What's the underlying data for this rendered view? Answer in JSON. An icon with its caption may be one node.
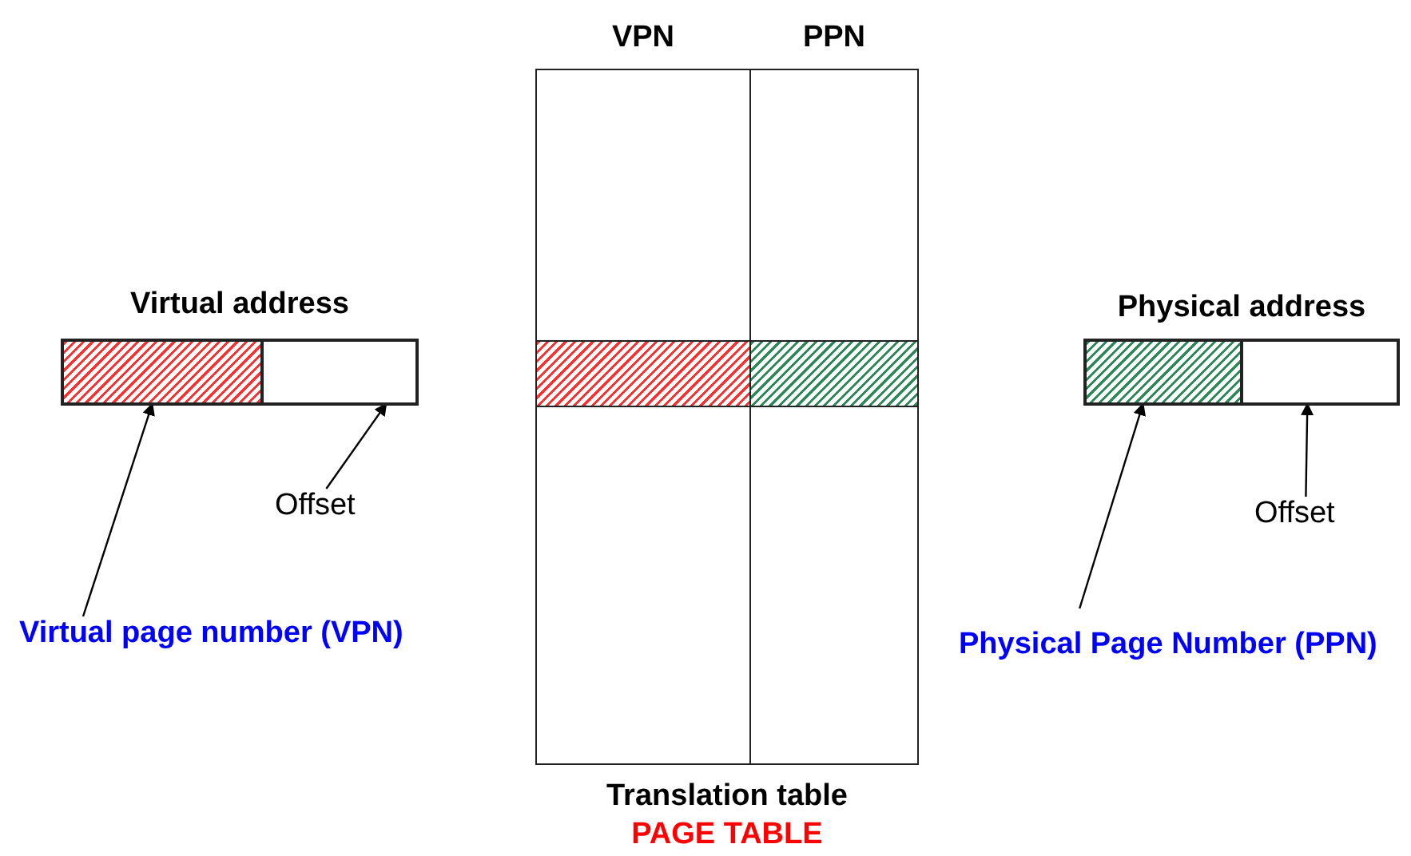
{
  "diagram": {
    "nodes": [
      {
        "text": [
          "Virtual address"
        ]
      },
      {
        "text": [],
        "shape": "box",
        "in": 0
      },
      {
        "text": [],
        "shape": "box",
        "in": 0
      },
      {
        "text": [
          "Offset"
        ]
      },
      {
        "text": [
          "Virtual page number (VPN)"
        ]
      },
      {
        "text": [],
        "shape": "box",
        "beside": [
          "Translation table",
          "PAGE TABLE"
        ]
      },
      {
        "text": [
          "VPN"
        ],
        "in": 5
      },
      {
        "text": [
          "PPN"
        ],
        "in": 5
      },
      {
        "text": [],
        "shape": "box",
        "in": 6
      },
      {
        "text": [],
        "shape": "box",
        "in": 7
      },
      {
        "text": [
          "Physical address"
        ]
      },
      {
        "text": [],
        "shape": "box",
        "in": 10
      },
      {
        "text": [],
        "shape": "box",
        "in": 10
      },
      {
        "text": [
          "Offset"
        ]
      },
      {
        "text": [
          "Physical Page Number (PPN)"
        ]
      }
    ],
    "edges": [
      {
        "from": 4,
        "to": 1,
        "arrow": "to"
      },
      {
        "from": 3,
        "to": 2,
        "arrow": "to"
      },
      {
        "from": 14,
        "to": 11,
        "arrow": "to"
      },
      {
        "from": 13,
        "to": 12,
        "arrow": "to"
      }
    ]
  }
}
